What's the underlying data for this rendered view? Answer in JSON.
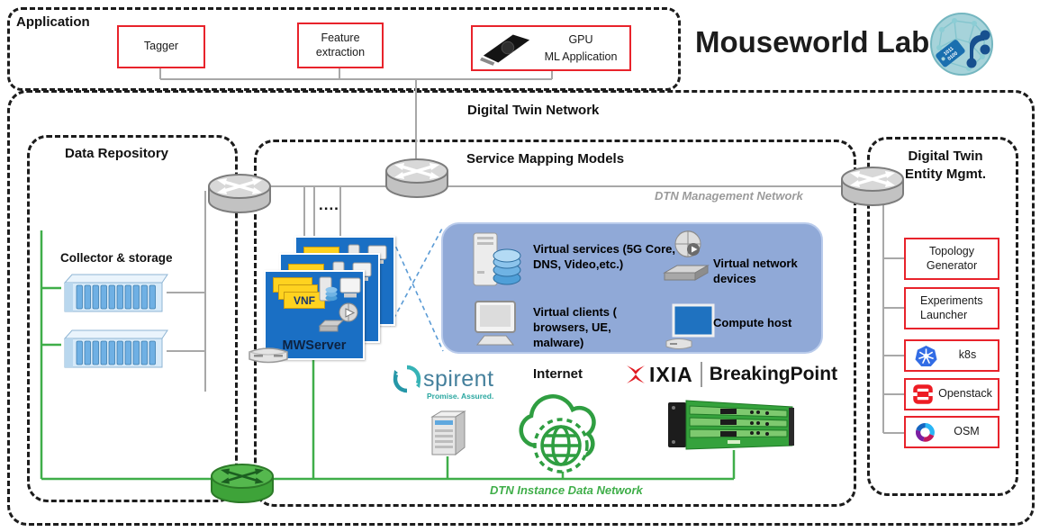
{
  "colors": {
    "red_border": "#e8232b",
    "mwserver_blue": "#1a6fc4",
    "panel_blue": "#90a9d7",
    "vnf_yellow": "#ffd21f",
    "network_green": "#3fae49",
    "mgmt_gray": "#9b9b9b",
    "dash_black": "#1c1c1c",
    "logo_teal": "#a6d3da"
  },
  "header": {
    "title": "Mouseworld Lab"
  },
  "application": {
    "title": "Application",
    "tagger": "Tagger",
    "feature_extraction": "Feature extraction",
    "gpu_line1": "GPU",
    "gpu_line2": "ML Application"
  },
  "digital_twin_network": {
    "title": "Digital Twin Network"
  },
  "data_repository": {
    "title": "Data Repository",
    "collector": "Collector & storage"
  },
  "service_mapping": {
    "title": "Service Mapping Models",
    "mgmt_network": "DTN Management Network",
    "ellipsis": "....",
    "vnf": "VNF",
    "mwserver": "MWServer",
    "panel": {
      "virtual_services": "Virtual services (5G Core, DNS, Video,etc.)",
      "virtual_clients": "Virtual clients ( browsers, UE, malware)",
      "virtual_network_devices": "Virtual network devices",
      "compute_host": "Compute host"
    },
    "spirent_name": "spirent",
    "spirent_tagline": "Promise. Assured.",
    "internet": "Internet",
    "ixia_brand": "IXIA",
    "ixia_product": "BreakingPoint",
    "instance_network": "DTN Instance Data Network"
  },
  "entity_mgmt": {
    "title_line1": "Digital Twin",
    "title_line2": "Entity Mgmt.",
    "items": [
      {
        "label": "Topology Generator",
        "icon": "none"
      },
      {
        "label": "Experiments Launcher",
        "icon": "none"
      },
      {
        "label": "k8s",
        "icon": "kubernetes-logo"
      },
      {
        "label": "Openstack",
        "icon": "openstack-logo"
      },
      {
        "label": "OSM",
        "icon": "osm-logo"
      }
    ]
  }
}
